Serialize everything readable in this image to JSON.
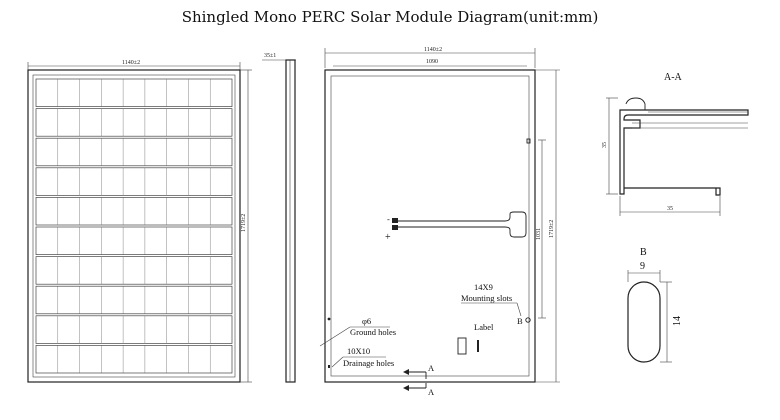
{
  "title": "Shingled Mono PERC Solar Module Diagram(unit:mm)",
  "front_view": {
    "width_dim": "1140±2",
    "height_dim": "1719±2",
    "rows": 10,
    "cols": 9
  },
  "side_view": {
    "thickness_dim": "35±1"
  },
  "rear_view": {
    "outer_width_dim": "1140±2",
    "inner_width_dim": "1090",
    "height_dim": "1719±2",
    "inner_height_dim": "1031",
    "plus_sign": "+",
    "minus_sign": "-",
    "mounting_dim": "14X9",
    "mounting_label": "Mounting slots",
    "mounting_marker": "B",
    "ground_dim": "φ6",
    "ground_label": "Ground holes",
    "drain_dim": "10X10",
    "drain_label": "Drainage holes",
    "label_text": "Label",
    "section_marker": "A"
  },
  "section_a": {
    "title": "A-A",
    "height_dim": "35",
    "width_dim": "35"
  },
  "detail_b": {
    "title": "B",
    "width_dim": "9",
    "height_dim": "14"
  }
}
